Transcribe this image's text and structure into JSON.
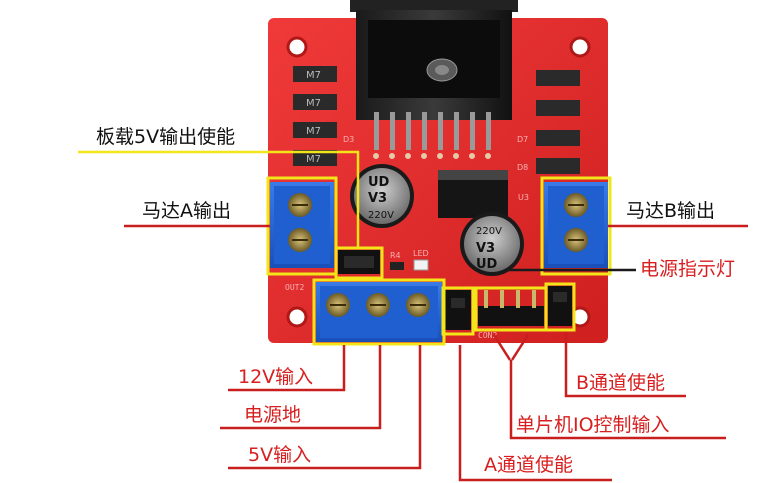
{
  "labels": {
    "onboard_5v_enable": "板载5V输出使能",
    "motor_a_output": "马达A输出",
    "motor_b_output": "马达B输出",
    "power_indicator": "电源指示灯",
    "input_12v": "12V输入",
    "ground": "电源地",
    "input_5v": "5V输入",
    "b_channel_enable": "B通道使能",
    "mcu_io_control_input": "单片机IO控制输入",
    "a_channel_enable": "A通道使能"
  },
  "board_print": {
    "diode_marking": "M7",
    "cap_text_1": "UD",
    "cap_text_2": "V3",
    "cap_text_3": "220V",
    "led_text": "LED",
    "r4_text": "R4",
    "d3": "D3",
    "d7": "D7",
    "d8": "D8",
    "u3": "U3"
  },
  "colors": {
    "board_red": "#e12a2a",
    "terminal_blue": "#1f5fd0",
    "highlight_yellow": "#f2e61a",
    "callout_dark": "#1a1a1a",
    "callout_red": "#c81e1e"
  }
}
